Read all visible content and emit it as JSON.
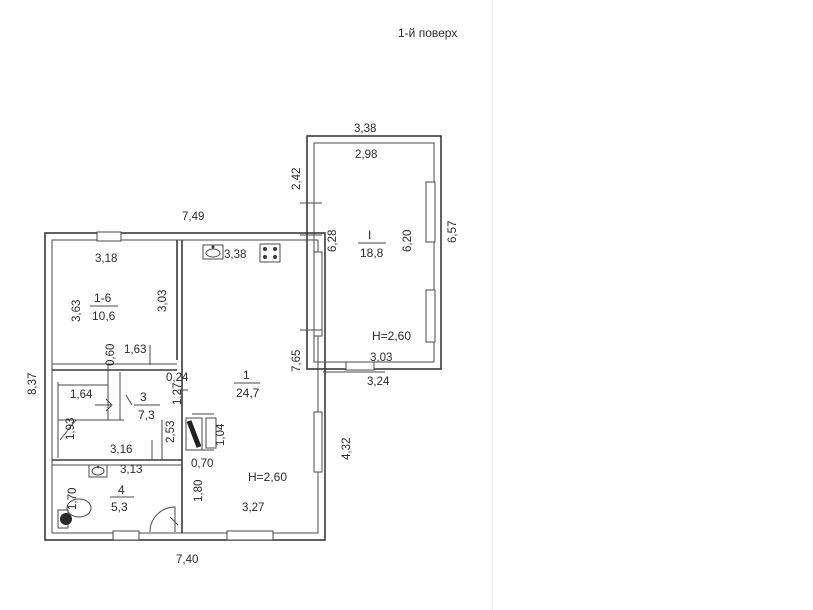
{
  "title": "1-й поверх",
  "outer": {
    "top_main": "7,49",
    "left": "8,37",
    "bottom": "7,40",
    "right_lower": "4,32",
    "annex_top": "3,38",
    "annex_right": "6,57",
    "annex_bottom": "3,24",
    "annex_side": "2,42"
  },
  "rooms": {
    "r16": {
      "number": "1-6",
      "area": "10,6",
      "top": "3,18",
      "left": "3,63",
      "right": "3,03"
    },
    "r1": {
      "number": "1",
      "area": "24,7",
      "top": "3,38",
      "right": "7,65",
      "bottom": "3,27",
      "height": "H=2,60"
    },
    "r3": {
      "number": "3",
      "area": "7,3",
      "d1": "1,64",
      "d2": "1,93",
      "d3": "0,24",
      "d4": "1,27",
      "d5": "2,53",
      "d6": "3,16"
    },
    "r4": {
      "number": "4",
      "area": "5,3",
      "top": "3,13",
      "left": "1,70"
    },
    "rI": {
      "number": "I",
      "area": "18,8",
      "top": "2,98",
      "left": "6,28",
      "right": "6,20",
      "bottom": "3,03",
      "height": "H=2,60"
    }
  },
  "misc": {
    "d060": "0,60",
    "d163": "1,63",
    "d104": "1,04",
    "d070": "0,70",
    "d180": "1,80"
  },
  "icons": [
    "sink-icon",
    "stove-icon",
    "toilet-icon",
    "boiler-icon",
    "stair-icon",
    "door-swing-icon"
  ]
}
